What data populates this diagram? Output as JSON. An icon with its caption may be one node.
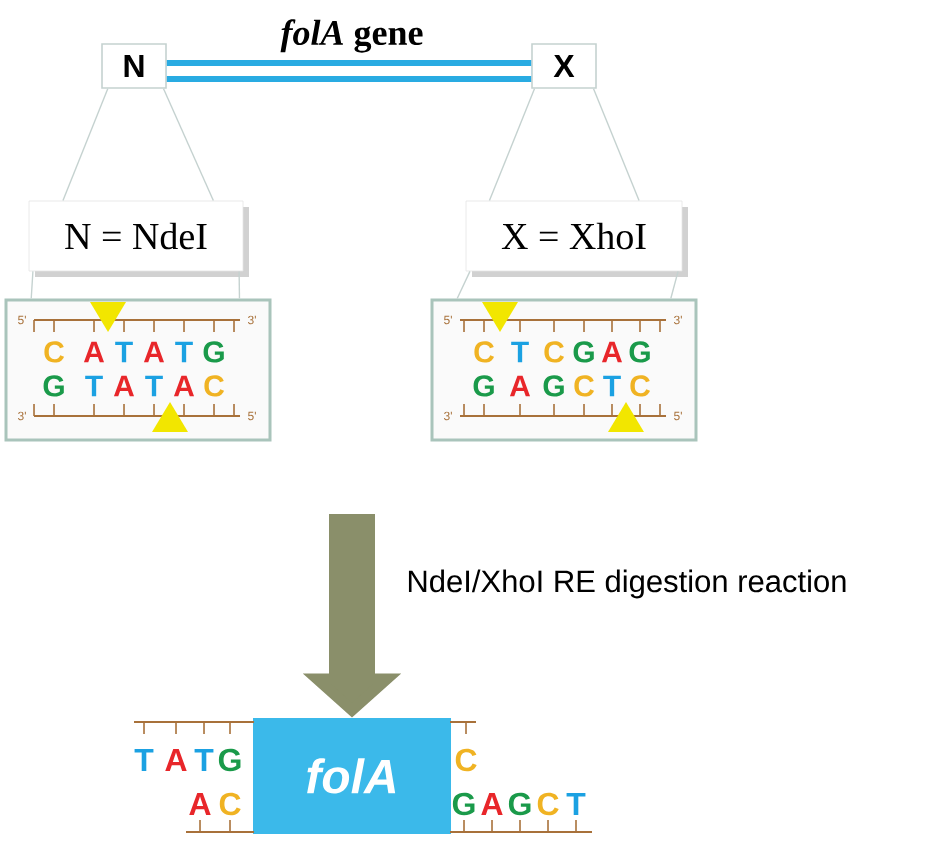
{
  "diagram": {
    "nodes": [
      {
        "text": [
          "N"
        ]
      },
      {
        "text": [
          "X"
        ]
      },
      {
        "text": [
          "N = NdeI"
        ]
      },
      {
        "text": [
          "X = XhoI"
        ]
      },
      {
        "text": [
          "5'",
          "3'",
          "C",
          "A",
          "T",
          "A",
          "T",
          "G",
          "G",
          "T",
          "A",
          "T",
          "A",
          "C",
          "3'",
          "5'"
        ]
      },
      {
        "text": [
          "5'",
          "3'",
          "C",
          "T",
          "C",
          "G",
          "A",
          "G",
          "G",
          "A",
          "G",
          "C",
          "T",
          "C",
          "3'",
          "5'"
        ]
      },
      {
        "text": [
          "folA"
        ]
      }
    ],
    "edges": [
      {
        "from": 0,
        "to": 1,
        "arrow": "none",
        "label": "*folA* gene",
        "style": "thick",
        "color": "#29abe2"
      },
      {
        "from": 0,
        "to": 2,
        "arrow": "none"
      },
      {
        "from": 0,
        "to": 2,
        "arrow": "none"
      },
      {
        "from": 2,
        "to": 4,
        "arrow": "none"
      },
      {
        "from": 2,
        "to": 4,
        "arrow": "none"
      },
      {
        "from": 1,
        "to": 3,
        "arrow": "none"
      },
      {
        "from": 1,
        "to": 3,
        "arrow": "none"
      },
      {
        "from": 3,
        "to": 5,
        "arrow": "none"
      },
      {
        "from": 3,
        "to": 5,
        "arrow": "none"
      },
      {
        "from": null,
        "to": 6,
        "arrow": "to",
        "label": "NdeI/XhoI RE digestion reaction",
        "style": "thick",
        "color": "#8a8f6a"
      }
    ],
    "labels": [
      "T",
      "A",
      "T",
      "G",
      "A",
      "C",
      "C",
      "G",
      "A",
      "G",
      "C",
      "T"
    ]
  }
}
